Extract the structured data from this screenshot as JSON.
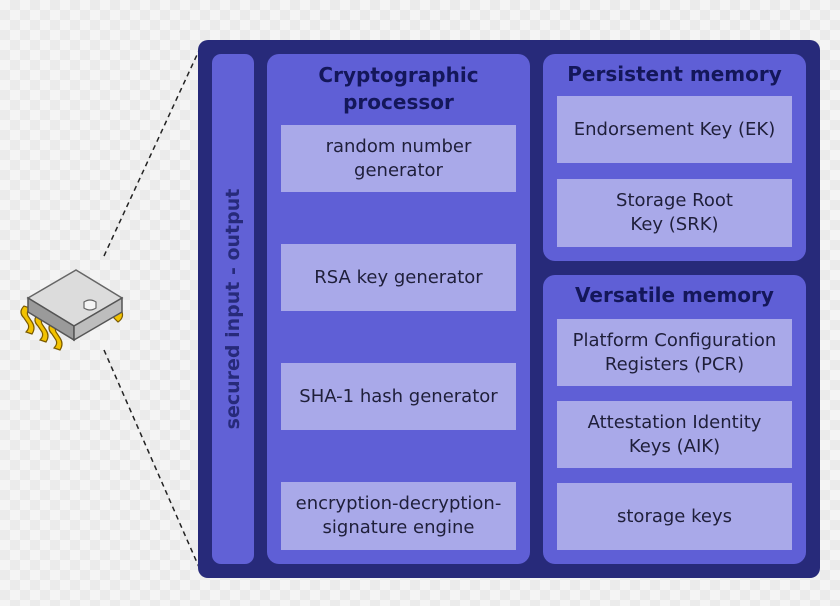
{
  "io_label": "secured input - output",
  "crypto": {
    "title": "Cryptographic\nprocessor",
    "items": [
      "random number\ngenerator",
      "RSA key generator",
      "SHA-1 hash generator",
      "encryption-decryption-\nsignature engine"
    ]
  },
  "persistent": {
    "title": "Persistent memory",
    "items": [
      "Endorsement Key (EK)",
      "Storage Root\nKey (SRK)"
    ]
  },
  "versatile": {
    "title": "Versatile memory",
    "items": [
      "Platform Configuration\nRegisters (PCR)",
      "Attestation Identity\nKeys (AIK)",
      "storage keys"
    ]
  },
  "colors": {
    "frame": "#272a7a",
    "panel": "#5f5fd6",
    "box": "#a9a9e9",
    "chip_pins": "#f2c200"
  }
}
